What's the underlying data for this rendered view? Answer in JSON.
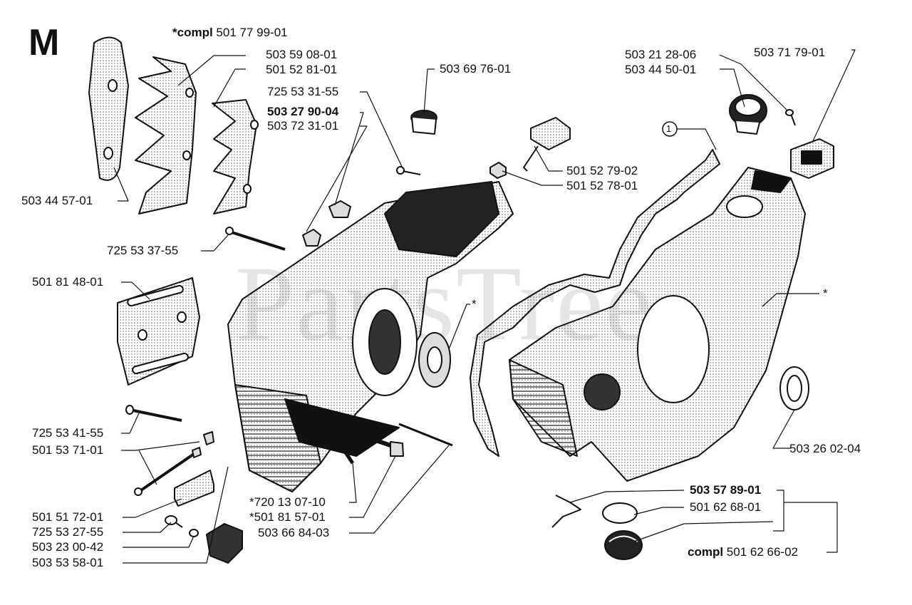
{
  "section": "M",
  "watermark": "PartsTree",
  "labels": {
    "compl_top_prefix": "*compl",
    "compl_top_num": "501 77 99-01",
    "p_503_59_08_01": "503 59 08-01",
    "p_501_52_81_01": "501 52 81-01",
    "p_503_44_57_01": "503 44 57-01",
    "p_725_53_31_55": "725 53 31-55",
    "p_503_27_90_04": "503 27 90-04",
    "p_503_72_31_01": "503 72 31-01",
    "p_503_69_76_01": "503 69 76-01",
    "p_501_52_79_02": "501 52 79-02",
    "p_501_52_78_01": "501 52 78-01",
    "p_725_53_37_55": "725 53 37-55",
    "p_501_81_48_01": "501 81 48-01",
    "star_mid": "*",
    "p_503_21_28_06": "503 21 28-06",
    "p_503_44_50_01": "503 44 50-01",
    "p_503_71_79_01": "503 71 79-01",
    "circle_one": "1",
    "star_right": "*",
    "p_503_26_02_04": "503 26 02-04",
    "p_725_53_41_55": "725 53 41-55",
    "p_501_53_71_01": "501 53 71-01",
    "p_501_51_72_01": "501 51 72-01",
    "p_725_53_27_55": "725 53 27-55",
    "p_503_23_00_42": "503 23 00-42",
    "p_503_53_58_01": "503 53 58-01",
    "p_720_13_07_10": "*720 13 07-10",
    "p_501_81_57_01": "*501 81 57-01",
    "p_503_66_84_03": "503 66 84-03",
    "p_503_57_89_01": "503 57 89-01",
    "p_501_62_68_01": "501 62 68-01",
    "compl_bottom_prefix": "compl",
    "compl_bottom_num": "501 62 66-02"
  }
}
